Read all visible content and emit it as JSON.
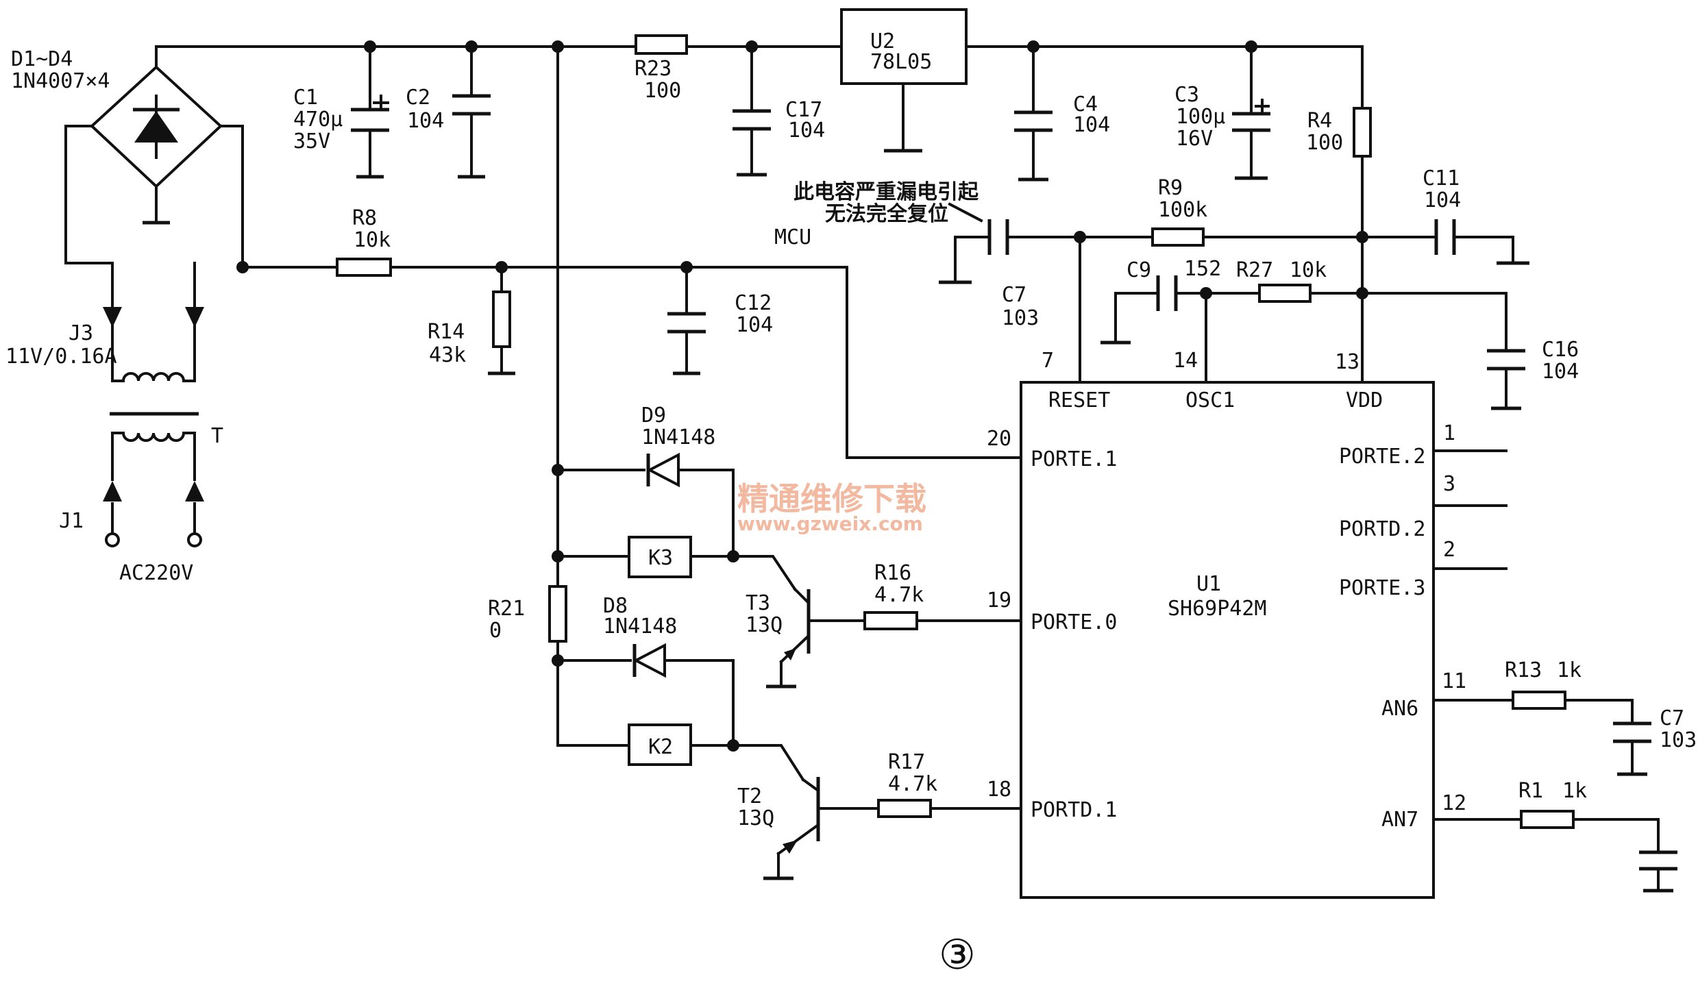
{
  "labels": {
    "d1_d4": "D1~D4",
    "d1_d4_part": "1N4007×4",
    "j3": "J3",
    "j3_spec": "11V/0.16A",
    "t": "T",
    "j1": "J1",
    "ac": "AC220V",
    "c1": "C1",
    "c1_val": "470μ",
    "c1_volt": "35V",
    "c2": "C2",
    "c2_val": "104",
    "r23": "R23",
    "r23_val": "100",
    "c17": "C17",
    "c17_val": "104",
    "u2": "U2",
    "u2_part": "78L05",
    "c4": "C4",
    "c4_val": "104",
    "c3": "C3",
    "c3_val": "100μ",
    "c3_volt": "16V",
    "r4": "R4",
    "r4_val": "100",
    "r8": "R8",
    "r8_val": "10k",
    "r14": "R14",
    "r14_val": "43k",
    "c12": "C12",
    "c12_val": "104",
    "mcu": "MCU",
    "note_line1": "此电容严重漏电引起",
    "note_line2": "无法完全复位",
    "c7a": "C7",
    "c7a_val": "103",
    "r9": "R9",
    "r9_val": "100k",
    "c11": "C11",
    "c11_val": "104",
    "c9": "C9",
    "c9_val": "152",
    "r27": "R27",
    "r27_val": "10k",
    "c16": "C16",
    "c16_val": "104",
    "d9": "D9",
    "d9_part": "1N4148",
    "k3": "K3",
    "r21": "R21",
    "r21_val": "0",
    "d8": "D8",
    "d8_part": "1N4148",
    "k2": "K2",
    "t3": "T3",
    "t3_part": "13Q",
    "t2": "T2",
    "t2_part": "13Q",
    "r16": "R16",
    "r16_val": "4.7k",
    "r17": "R17",
    "r17_val": "4.7k",
    "u1": "U1",
    "u1_part": "SH69P42M",
    "pin7": "7",
    "pin14": "14",
    "pin13": "13",
    "pin20": "20",
    "pin19": "19",
    "pin18": "18",
    "pin1": "1",
    "pin3": "3",
    "pin2": "2",
    "pin11": "11",
    "pin12": "12",
    "reset": "RESET",
    "osc1": "OSC1",
    "vdd": "VDD",
    "porte1": "PORTE.1",
    "porte0": "PORTE.0",
    "portd1": "PORTD.1",
    "porte2": "PORTE.2",
    "portd2": "PORTD.2",
    "porte3": "PORTE.3",
    "an6": "AN6",
    "an7": "AN7",
    "r13": "R13",
    "r13_val": "1k",
    "c7b": "C7",
    "c7b_val": "103",
    "r1": "R1",
    "r1_val": "1k",
    "watermark_cn": "精通维修下载",
    "watermark_url": "www.gzweix.com",
    "figure_number": "③"
  }
}
